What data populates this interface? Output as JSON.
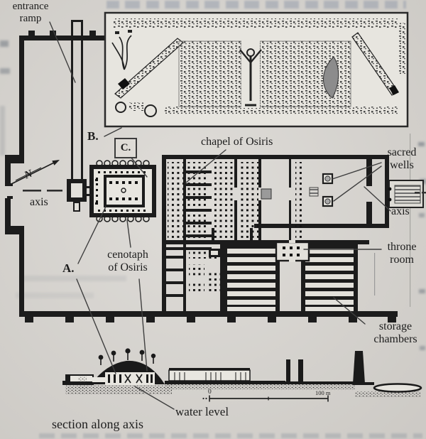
{
  "figure": {
    "labels": {
      "entrance_ramp": "entrance\nramp",
      "b_marker": "B.",
      "c_marker": "C.",
      "axis_left": "axis",
      "chapel_of_osiris": "chapel of Osiris",
      "sacred_wells": "sacred\nwells",
      "axis_right": "axis",
      "throne_room": "throne\nroom",
      "storage_chambers": "storage\nchambers",
      "cenotaph_of_osiris": "cenotaph\nof Osiris",
      "a_marker": "A.",
      "water_level": "water level",
      "section_along_axis": "section along axis",
      "north_letter": "N"
    },
    "scale_bar": {
      "start": "0",
      "end": "100 m"
    },
    "colors": {
      "paper": "#d8d5d0",
      "ink": "#1c1c1c",
      "inset_background": "#e7e5df",
      "leader_line": "#3f3f3f",
      "gray_fill": "#8c8c8c"
    }
  }
}
